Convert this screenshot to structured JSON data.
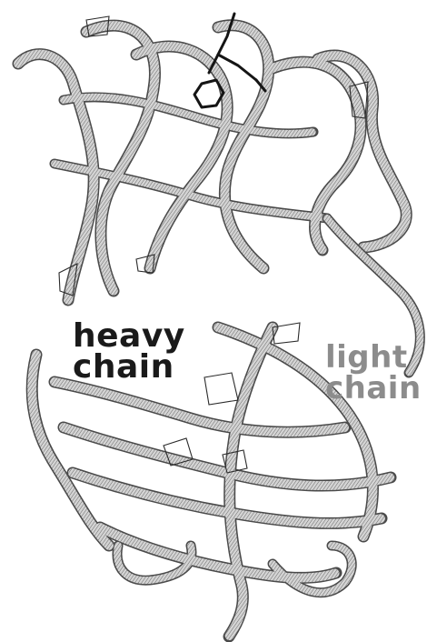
{
  "labels": {
    "heavy_chain": {
      "line1": "heavy",
      "line2": "chain",
      "color": "#1a1a1a"
    },
    "light_chain": {
      "line1": "light",
      "line2": "chain",
      "color": "#8c8c8c"
    }
  },
  "style": {
    "ribbon_fill": "#bdbdbd",
    "ribbon_dark": "#2a2a2a",
    "background": "#ffffff"
  },
  "icons": {
    "bound_ligand": "ligand-icon"
  }
}
